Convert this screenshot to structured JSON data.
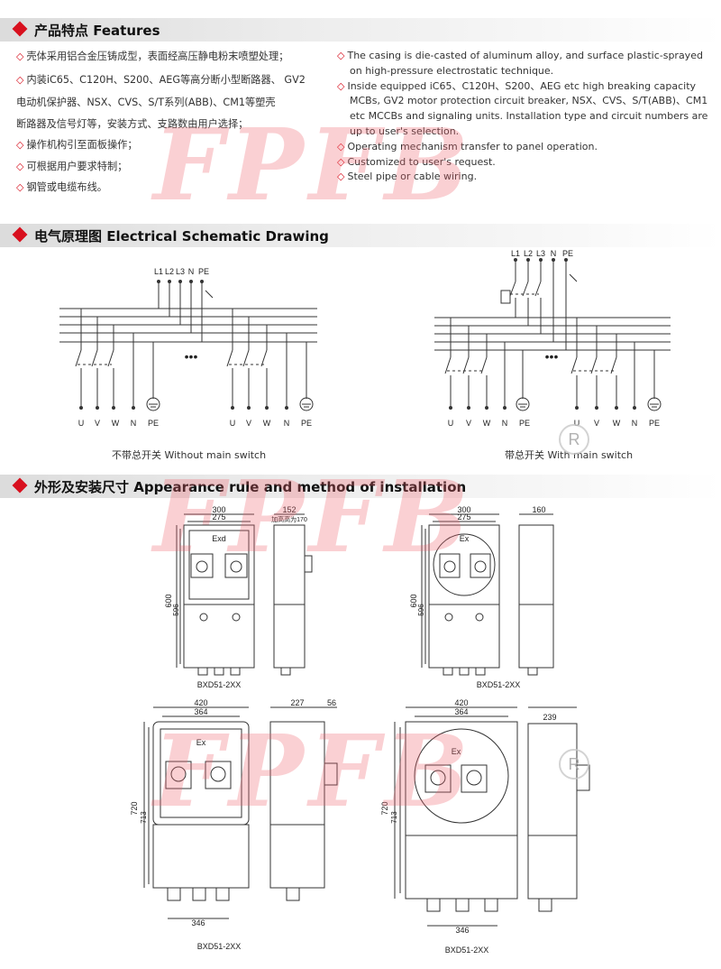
{
  "sections": {
    "features": "产品特点 Features",
    "schematic": "电气原理图 Electrical Schematic Drawing",
    "appearance": "外形及安装尺寸 Appearance rule and method of installation"
  },
  "features_cn": [
    "壳体采用铝合金压铸成型，表面经高压静电粉末喷塑处理；",
    "内装iC65、C120H、S200、AEG等高分断小型断路器、 GV2",
    "电动机保护器、NSX、CVS、S/T系列(ABB)、CM1等塑壳",
    "断路器及信号灯等，安装方式、支路数由用户选择；",
    "操作机构引至面板操作；",
    "可根据用户要求特制；",
    "钢管或电缆布线。"
  ],
  "features_en": [
    "The casing is die-casted of aluminum alloy, and surface plastic-sprayed",
    "on high-pressure electrostatic technique.",
    "Inside equipped iC65、C120H、S200、AEG etc high breaking capacity",
    "MCBs, GV2 motor protection circuit breaker, NSX、CVS、S/T(ABB)、CM1",
    "etc MCCBs and signaling units. Installation type and circuit numbers are",
    "up to user's selection.",
    "Operating mechanism transfer to panel operation.",
    "Customized to user's request.",
    "Steel pipe or cable wiring."
  ],
  "watermark": "FPFB",
  "registered": "R",
  "schematic": {
    "inputs": [
      "L1",
      "L2",
      "L3",
      "N",
      "PE"
    ],
    "outputs": [
      "U",
      "V",
      "W",
      "N",
      "PE",
      "U",
      "V",
      "W",
      "N",
      "PE"
    ],
    "ellipsis": "•••",
    "left_caption": "不带总开关 Without main switch",
    "right_caption": "带总开关 With main switch"
  },
  "drawings": {
    "d1": {
      "w1": "300",
      "w2": "275",
      "side": "152",
      "side_note": "加高高为170",
      "h1": "600",
      "h2": "596",
      "marking": "Exd",
      "model": "BXD51-2XX"
    },
    "d2": {
      "w1": "300",
      "w2": "275",
      "side": "160",
      "h1": "600",
      "h2": "596",
      "marking": "Ex",
      "model": "BXD51-2XX"
    },
    "d3": {
      "w1": "420",
      "w2": "364",
      "side": "227",
      "side2": "56",
      "h1": "720",
      "h2": "713",
      "bottom": "346",
      "marking": "Ex",
      "model": "BXD51-2XX"
    },
    "d4": {
      "w1": "420",
      "w2": "364",
      "side": "239",
      "h1": "720",
      "h2": "713",
      "bottom": "346",
      "marking": "Ex",
      "model": "BXD51-2XX"
    }
  },
  "colors": {
    "accent": "#d8101e",
    "watermark": "#f0646e"
  }
}
